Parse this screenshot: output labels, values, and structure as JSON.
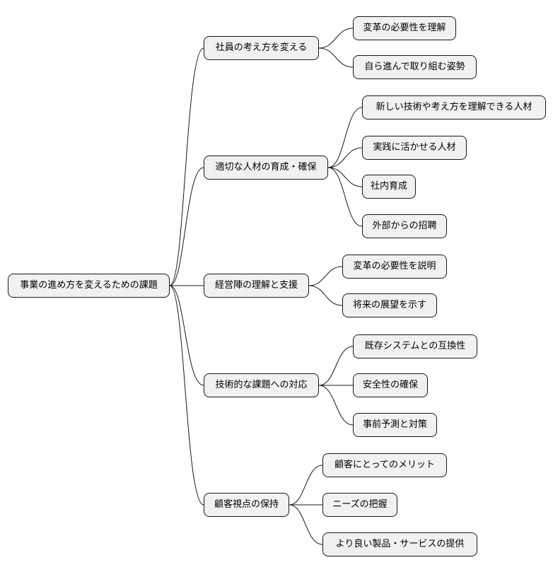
{
  "root": {
    "label": "事業の進め方を変えるための課題"
  },
  "branches": [
    {
      "label": "社員の考え方を変える",
      "children": [
        "変革の必要性を理解",
        "自ら進んで取り組む姿勢"
      ]
    },
    {
      "label": "適切な人材の育成・確保",
      "children": [
        "新しい技術や考え方を理解できる人材",
        "実践に活かせる人材",
        "社内育成",
        "外部からの招聘"
      ]
    },
    {
      "label": "経営陣の理解と支援",
      "children": [
        "変革の必要性を説明",
        "将来の展望を示す"
      ]
    },
    {
      "label": "技術的な課題への対応",
      "children": [
        "既存システムとの互換性",
        "安全性の確保",
        "事前予測と対策"
      ]
    },
    {
      "label": "顧客視点の保持",
      "children": [
        "顧客にとってのメリット",
        "ニーズの把握",
        "より良い製品・サービスの提供"
      ]
    }
  ],
  "colors": {
    "node_fill": "#f1f1f1",
    "stroke": "#181818"
  }
}
